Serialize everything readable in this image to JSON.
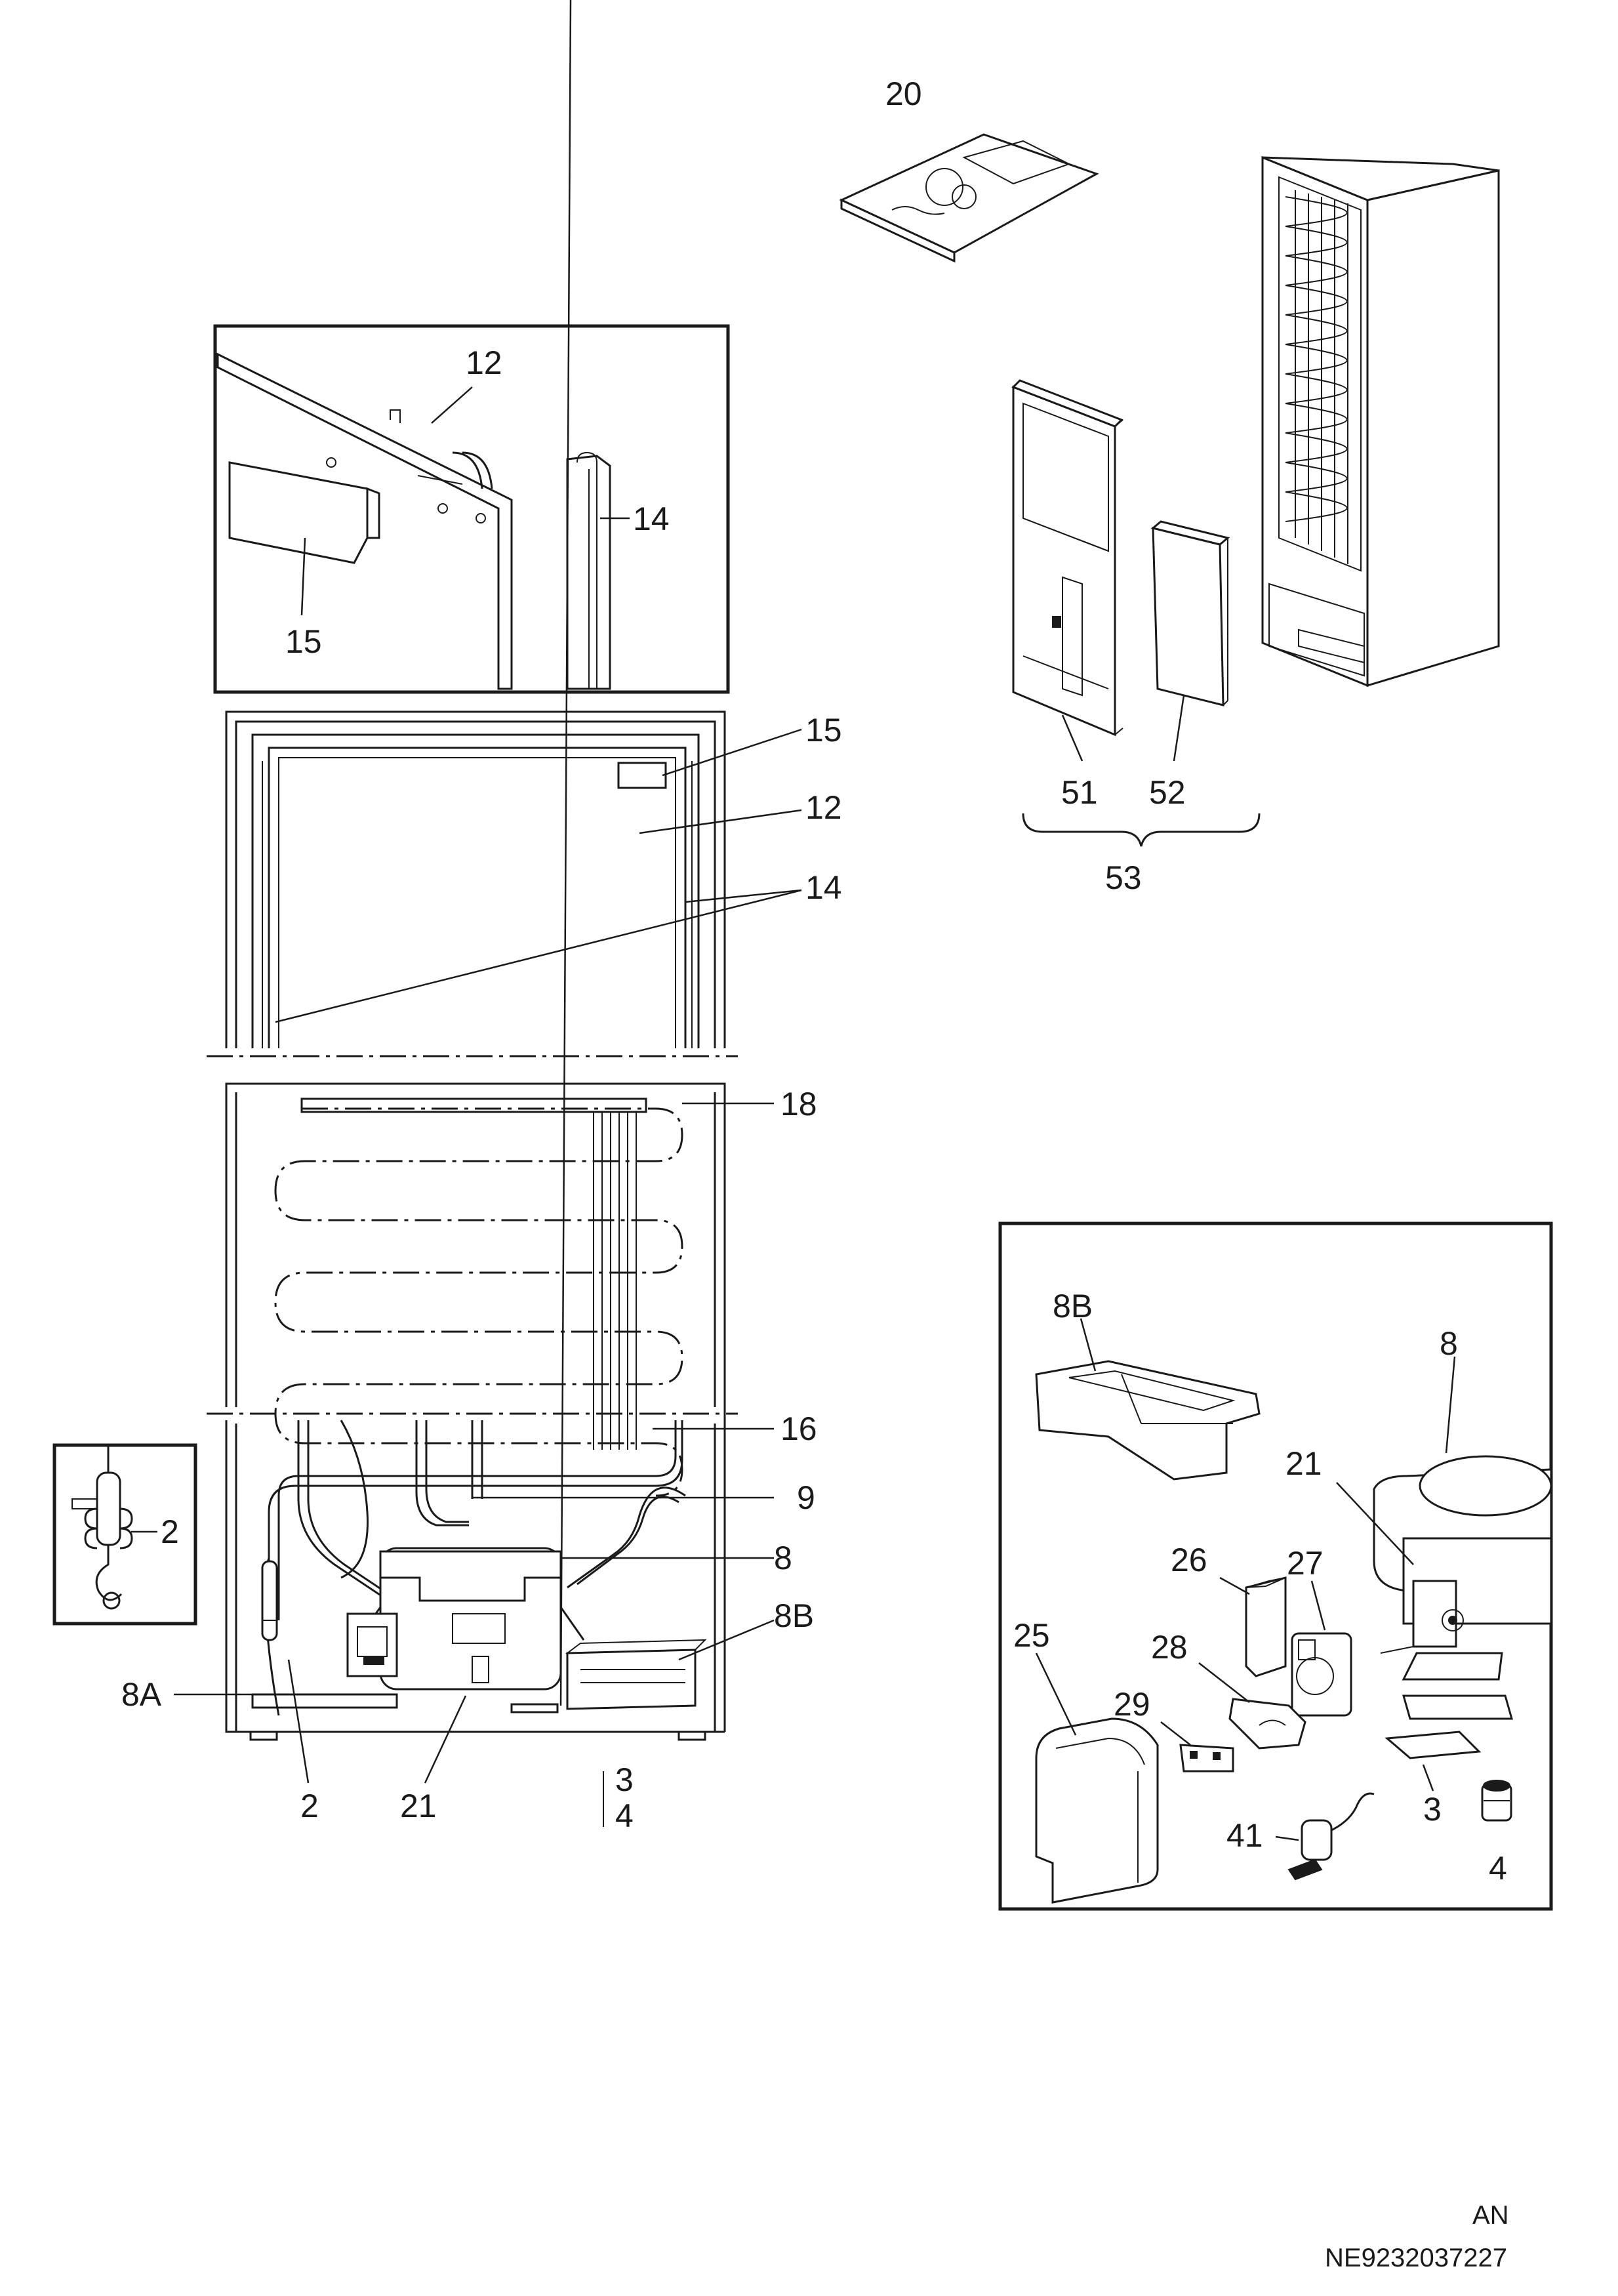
{
  "diagram": {
    "callouts": {
      "c20": "20",
      "c12_inset": "12",
      "c14_inset": "14",
      "c15_inset": "15",
      "c15": "15",
      "c12": "12",
      "c14": "14",
      "c51": "51",
      "c52": "52",
      "c53": "53",
      "c18": "18",
      "c16": "16",
      "c9": "9",
      "c8": "8",
      "c8b": "8B",
      "c8a": "8A",
      "c2_inset": "2",
      "c2": "2",
      "c21": "21",
      "c3": "3",
      "c4": "4",
      "d8b": "8B",
      "d8": "8",
      "d21": "21",
      "d26": "26",
      "d27": "27",
      "d25": "25",
      "d28": "28",
      "d29": "29",
      "d41": "41",
      "d3": "3",
      "d4": "4"
    },
    "footer": {
      "code_an": "AN",
      "drawing_number": "NE9232037227"
    }
  }
}
